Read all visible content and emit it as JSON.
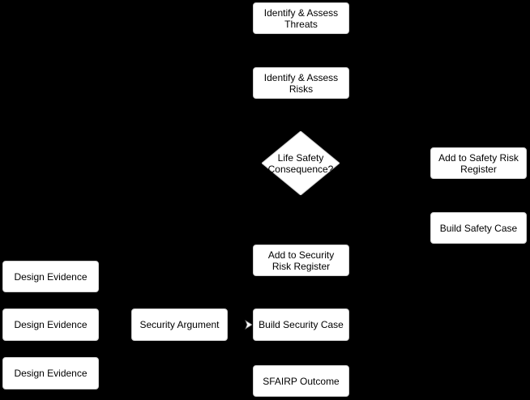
{
  "diagram": {
    "background": "#000000",
    "node_fill": "#ffffff",
    "text_color": "#000000",
    "nodes": {
      "identify_threats": "Identify & Assess Threats",
      "identify_risks": "Identify & Assess Risks",
      "decision": "Life Safety Consequence?",
      "safety_register": "Add to Safety Risk Register",
      "safety_case": "Build Safety Case",
      "security_register": "Add to Security Risk Register",
      "security_case": "Build Security Case",
      "sfairp": "SFAIRP Outcome",
      "security_argument": "Security Argument",
      "design_evidence_1": "Design Evidence",
      "design_evidence_2": "Design Evidence",
      "design_evidence_3": "Design Evidence"
    }
  }
}
